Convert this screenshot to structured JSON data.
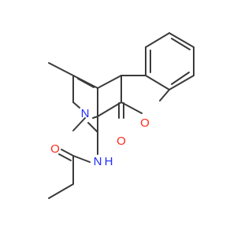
{
  "molecule": {
    "atoms": [
      {
        "id": "N_ring",
        "symbol": "N",
        "color": "#1f2cff"
      },
      {
        "id": "N_amide",
        "symbol": "N",
        "color": "#1f2cff"
      },
      {
        "id": "H_amide",
        "symbol": "H",
        "color": "#1f2cff"
      },
      {
        "id": "O_ring",
        "symbol": "O",
        "color": "#ff2a1a"
      },
      {
        "id": "O_lactone_carbonyl",
        "symbol": "O",
        "color": "#ff2a1a"
      },
      {
        "id": "O_amide_carbonyl",
        "symbol": "O",
        "color": "#ff2a1a"
      }
    ],
    "bond_color": "#3a3a3a"
  }
}
